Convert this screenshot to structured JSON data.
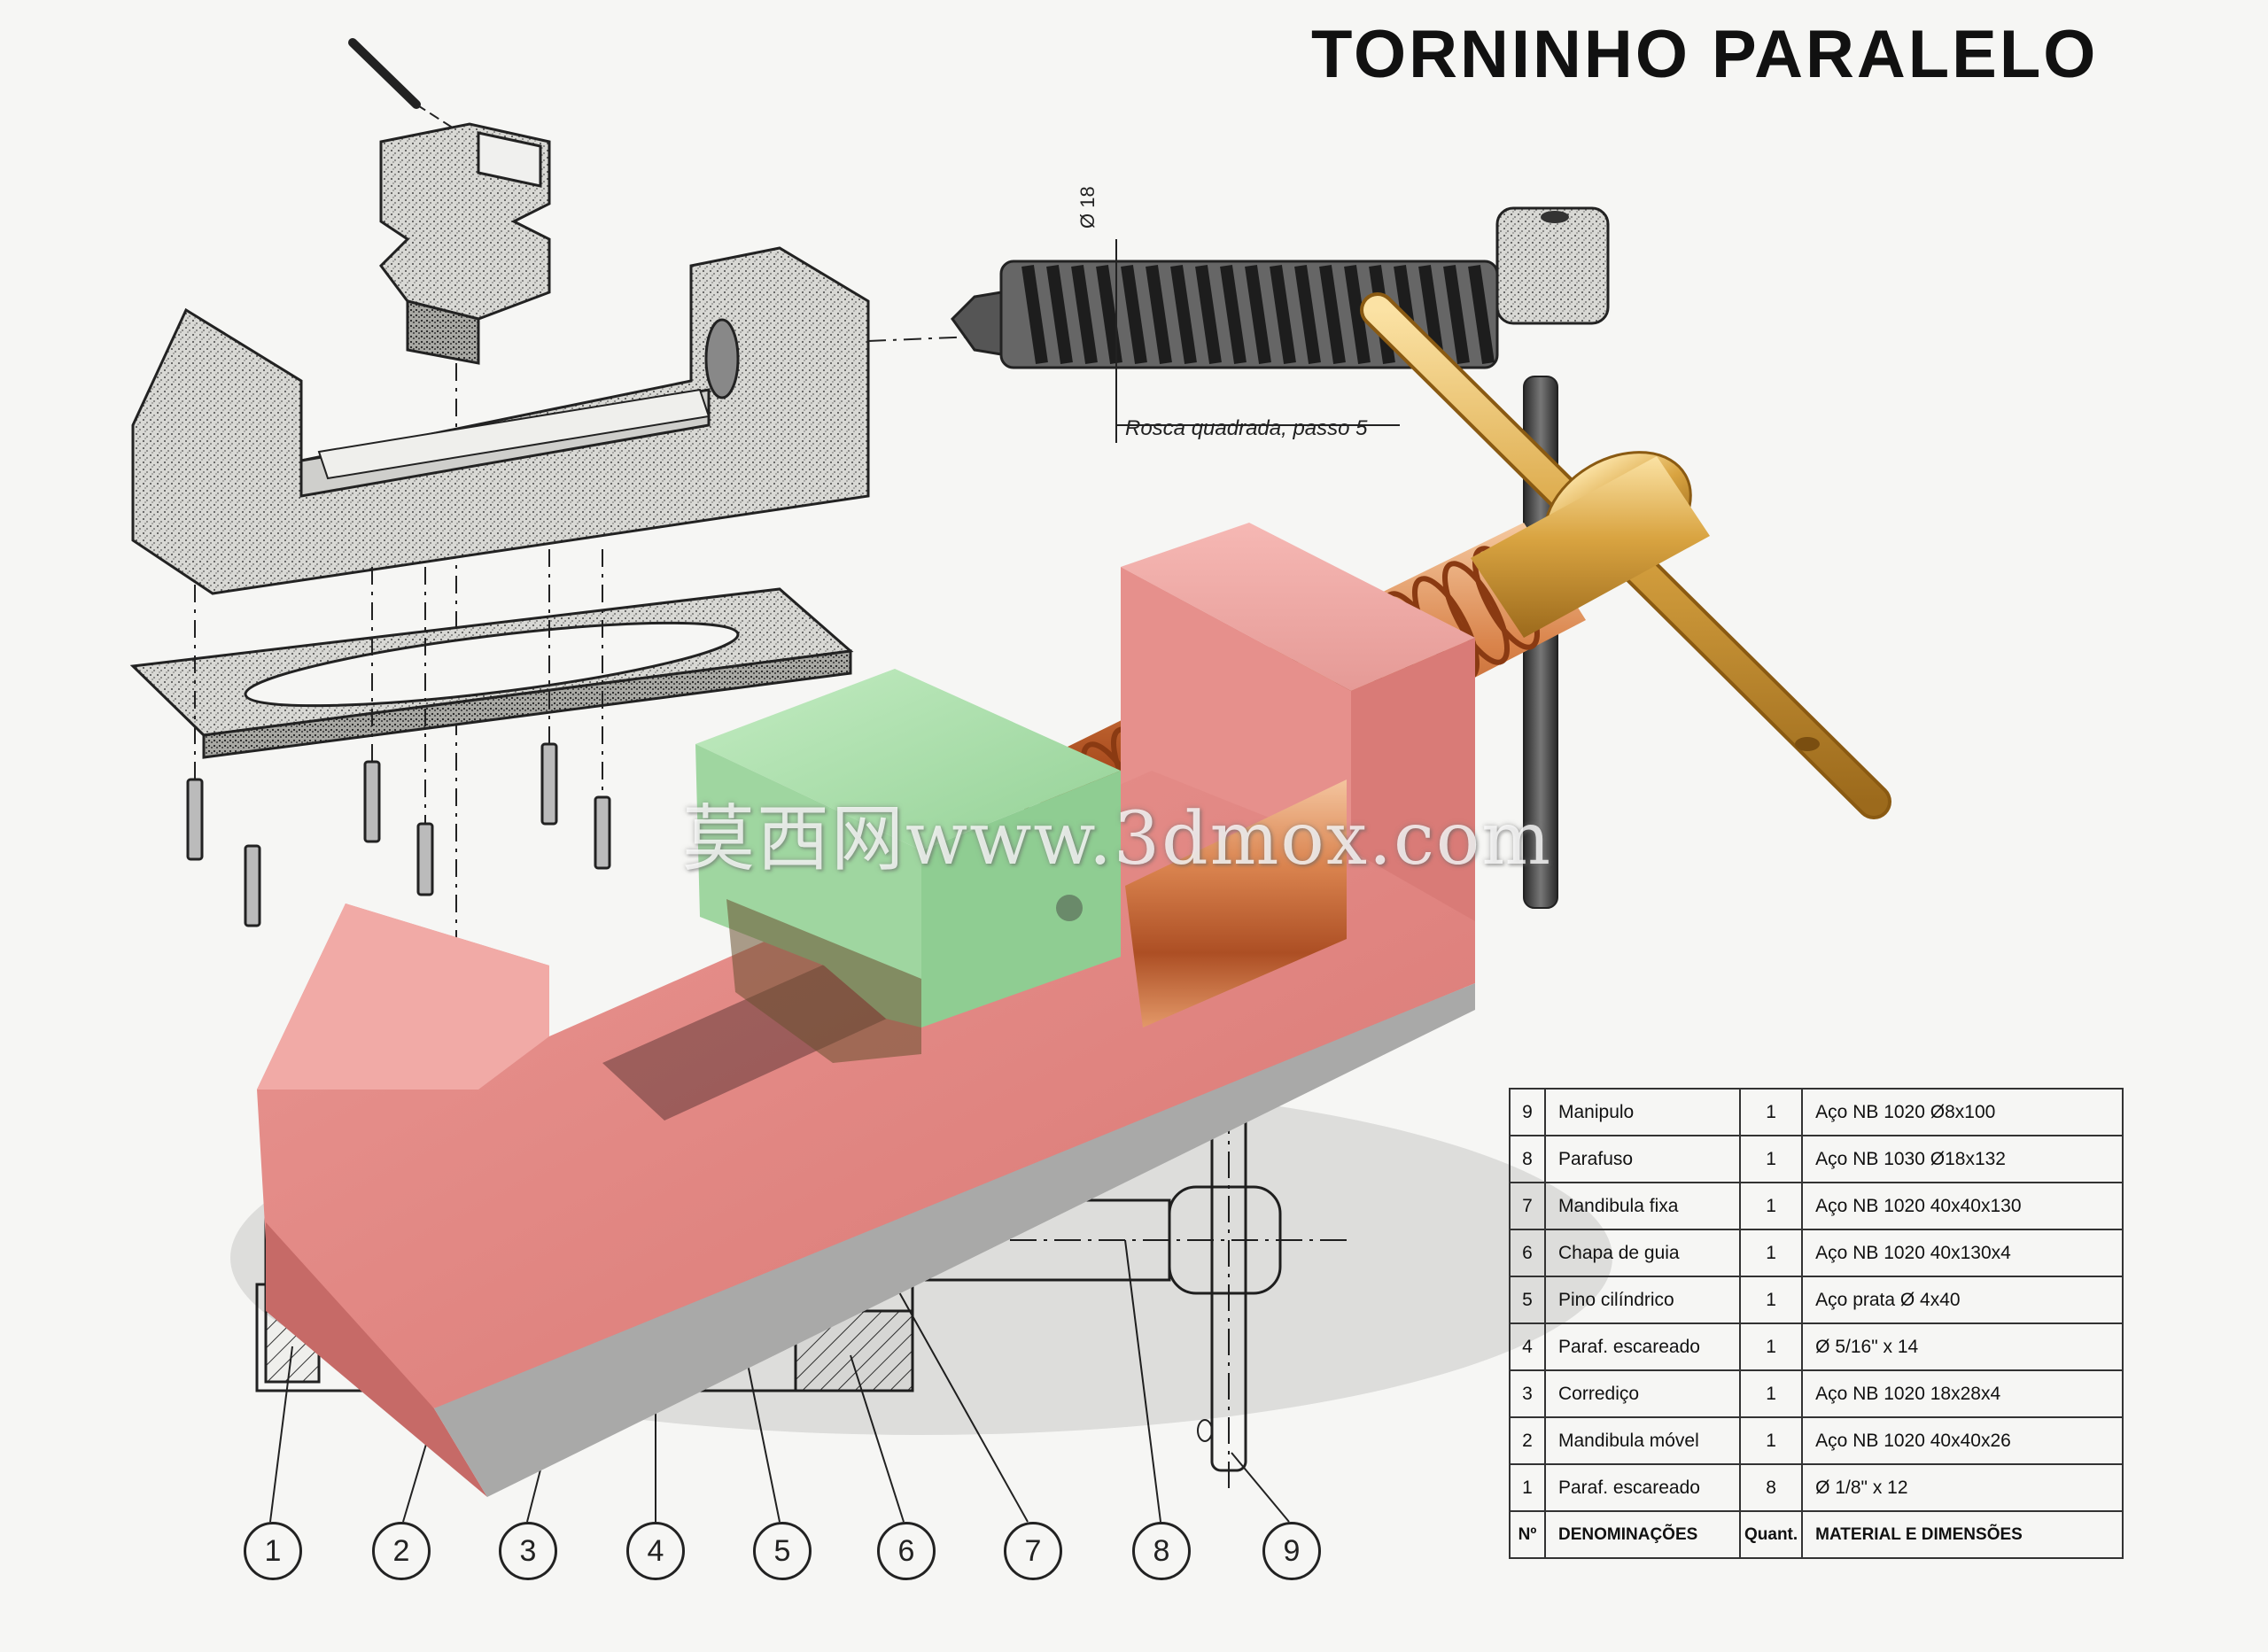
{
  "title": "TORNINHO PARALELO",
  "watermark": "莫西网www.3dmox.com",
  "dimension_label": "Ø 18",
  "thread_note": "Rosca quadrada, passo 5",
  "balloons": [
    "1",
    "2",
    "3",
    "4",
    "5",
    "6",
    "7",
    "8",
    "9"
  ],
  "parts_table": {
    "headers": {
      "num": "Nº",
      "name": "DENOMINAÇÕES",
      "qty": "Quant.",
      "material": "MATERIAL E DIMENSÕES"
    },
    "rows": [
      {
        "num": "9",
        "name": "Manipulo",
        "qty": "1",
        "material": "Aço NB 1020 Ø8x100"
      },
      {
        "num": "8",
        "name": "Parafuso",
        "qty": "1",
        "material": "Aço NB 1030 Ø18x132"
      },
      {
        "num": "7",
        "name": "Mandibula fixa",
        "qty": "1",
        "material": "Aço NB 1020 40x40x130"
      },
      {
        "num": "6",
        "name": "Chapa de guia",
        "qty": "1",
        "material": "Aço NB 1020 40x130x4"
      },
      {
        "num": "5",
        "name": "Pino cilíndrico",
        "qty": "1",
        "material": "Aço prata Ø 4x40"
      },
      {
        "num": "4",
        "name": "Paraf. escareado",
        "qty": "1",
        "material": "Ø 5/16\" x 14"
      },
      {
        "num": "3",
        "name": "Corrediço",
        "qty": "1",
        "material": "Aço NB 1020 18x28x4"
      },
      {
        "num": "2",
        "name": "Mandibula móvel",
        "qty": "1",
        "material": "Aço NB 1020 40x40x26"
      },
      {
        "num": "1",
        "name": "Paraf. escareado",
        "qty": "8",
        "material": "Ø 1/8\" x 12"
      }
    ]
  },
  "colors": {
    "fixed_jaw": "#e58f8f",
    "moving_jaw": "#a6dca8",
    "screw": "#c8743a",
    "handle": "#d9a441",
    "ink": "#222222"
  }
}
